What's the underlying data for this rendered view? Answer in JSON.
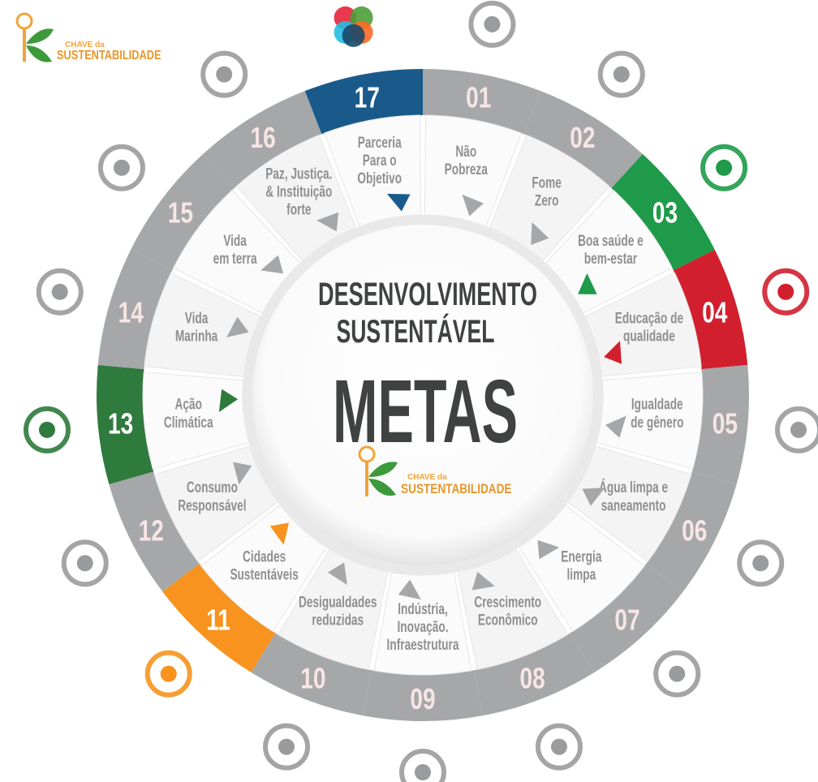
{
  "logo": {
    "line1": "CHAVE da",
    "line2": "SUSTENTABILIDADE"
  },
  "center": {
    "line1": "DESENVOLVIMENTO",
    "line2": "SUSTENTÁVEL",
    "line3": "METAS"
  },
  "colors": {
    "gray": "#a6a7a9",
    "number_on_gray": "#f7e6e4",
    "blue": "#195a8a",
    "green": "#1f9a4a",
    "red": "#d21f2d",
    "orange": "#f7931e",
    "dark_green": "#2f7a3d",
    "text_gray": "#8e8f91",
    "center_text": "#3f4240"
  },
  "goals": [
    {
      "number": "01",
      "label": [
        "Não",
        "Pobreza"
      ],
      "color": "#a6a7a9",
      "icon": "family-icon"
    },
    {
      "number": "02",
      "label": [
        "Fome",
        "Zero"
      ],
      "color": "#a6a7a9",
      "icon": "bowl-icon"
    },
    {
      "number": "03",
      "label": [
        "Boa  saúde  e",
        "bem-estar"
      ],
      "color": "#1f9a4a",
      "icon": "heartbeat-icon"
    },
    {
      "number": "04",
      "label": [
        "Educação de",
        "qualidade"
      ],
      "color": "#d21f2d",
      "icon": "book-icon"
    },
    {
      "number": "05",
      "label": [
        "Igualdade",
        "de gênero"
      ],
      "color": "#a6a7a9",
      "icon": "gender-equality-icon"
    },
    {
      "number": "06",
      "label": [
        "Água limpa e",
        "saneamento"
      ],
      "color": "#a6a7a9",
      "icon": "water-glass-icon"
    },
    {
      "number": "07",
      "label": [
        "Energia",
        "limpa"
      ],
      "color": "#a6a7a9",
      "icon": "sun-power-icon"
    },
    {
      "number": "08",
      "label": [
        "Crescimento",
        "Econômico"
      ],
      "color": "#a6a7a9",
      "icon": "growth-chart-icon"
    },
    {
      "number": "09",
      "label": [
        "Indústria,",
        "Inovação.",
        "Infraestrutura"
      ],
      "color": "#a6a7a9",
      "icon": "cubes-icon"
    },
    {
      "number": "10",
      "label": [
        "Desigualdades",
        "reduzidas"
      ],
      "color": "#a6a7a9",
      "icon": "arrows-diamond-icon"
    },
    {
      "number": "11",
      "label": [
        "Cidades",
        "Sustentáveis"
      ],
      "color": "#f7931e",
      "icon": "buildings-icon"
    },
    {
      "number": "12",
      "label": [
        "Consumo",
        "Responsável"
      ],
      "color": "#a6a7a9",
      "icon": "infinity-loop-icon"
    },
    {
      "number": "13",
      "label": [
        "Ação",
        "Climática"
      ],
      "color": "#2f7a3d",
      "icon": "eye-globe-icon"
    },
    {
      "number": "14",
      "label": [
        "Vida",
        "Marinha"
      ],
      "color": "#a6a7a9",
      "icon": "fish-icon"
    },
    {
      "number": "15",
      "label": [
        "Vida",
        "em terra"
      ],
      "color": "#a6a7a9",
      "icon": "tree-icon"
    },
    {
      "number": "16",
      "label": [
        "Paz, Justiça.",
        "& Instituição",
        "forte"
      ],
      "color": "#a6a7a9",
      "icon": "dove-icon"
    },
    {
      "number": "17",
      "label": [
        "Parceria",
        "Para o",
        "Objetivo"
      ],
      "color": "#195a8a",
      "icon": "partnership-circles-icon"
    }
  ]
}
